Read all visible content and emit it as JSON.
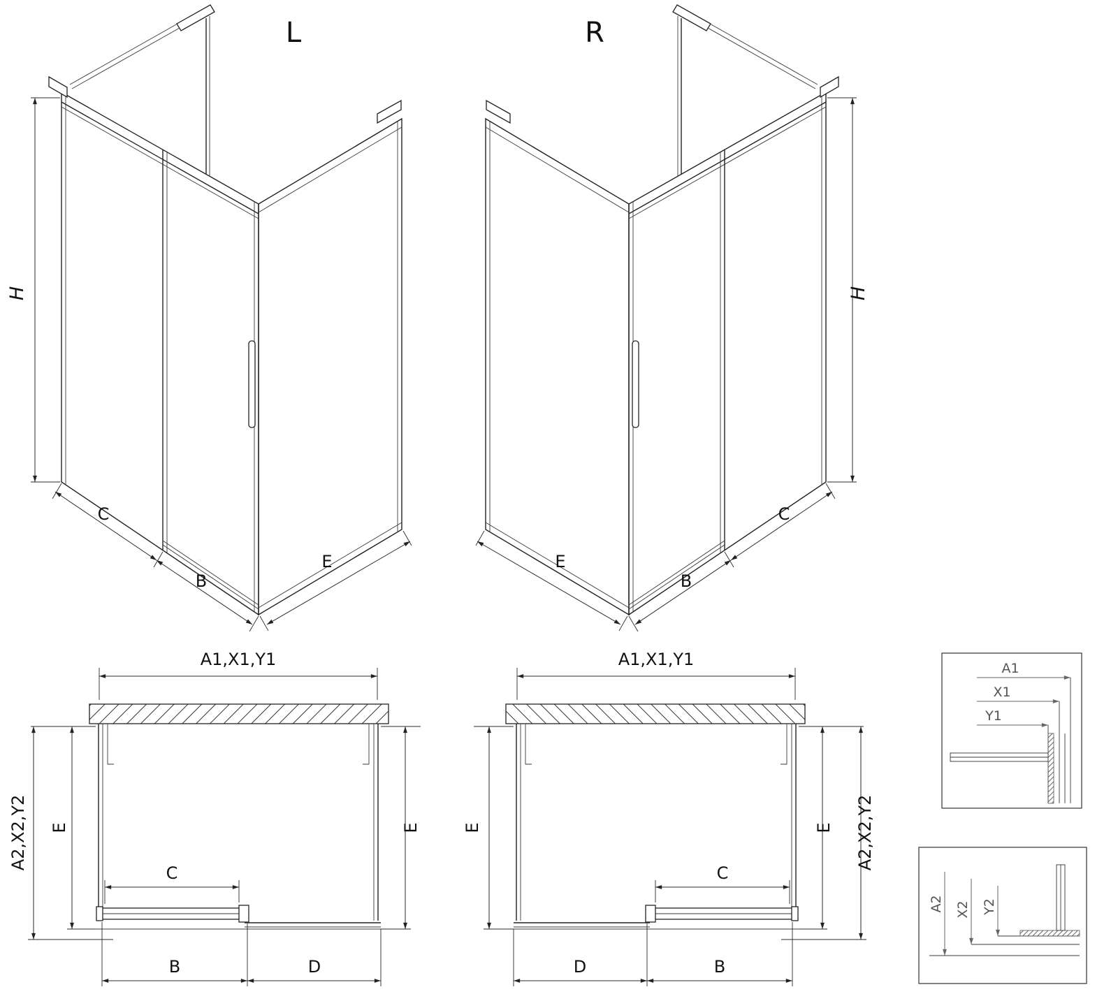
{
  "diagram": {
    "iso_left": {
      "title": "L",
      "dim_h": "H",
      "dim_c": "C",
      "dim_b": "B",
      "dim_e": "E"
    },
    "iso_right": {
      "title": "R",
      "dim_h": "H",
      "dim_c": "C",
      "dim_b": "B",
      "dim_e": "E"
    },
    "plan_left": {
      "dim_top": "A1,X1,Y1",
      "dim_side": "A2,X2,Y2",
      "dim_e_left": "E",
      "dim_e_right": "E",
      "dim_c": "C",
      "dim_b": "B",
      "dim_d": "D"
    },
    "plan_right": {
      "dim_top": "A1,X1,Y1",
      "dim_side": "A2,X2,Y2",
      "dim_e_left": "E",
      "dim_e_right": "E",
      "dim_c": "C",
      "dim_b": "B",
      "dim_d": "D"
    },
    "detail_top": {
      "dim_a1": "A1",
      "dim_x1": "X1",
      "dim_y1": "Y1"
    },
    "detail_bottom": {
      "dim_a2": "A2",
      "dim_x2": "X2",
      "dim_y2": "Y2"
    }
  },
  "colors": {
    "line": "#222222",
    "detail_label": "#555555",
    "background": "#ffffff"
  }
}
